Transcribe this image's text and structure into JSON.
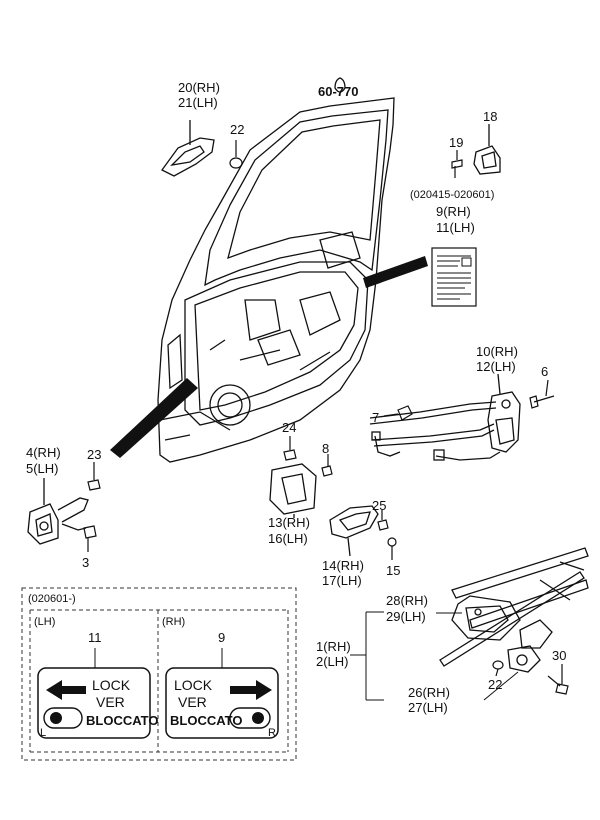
{
  "section_code": "60-770",
  "callouts": {
    "c20": "20(RH)",
    "c21": "21(LH)",
    "c22a": "22",
    "c19": "19",
    "c18": "18",
    "date_range": "(020415-020601)",
    "c9": "9(RH)",
    "c11": "11(LH)",
    "c10": "10(RH)",
    "c12": "12(LH)",
    "c6": "6",
    "c7": "7",
    "c4": "4(RH)",
    "c5": "5(LH)",
    "c23": "23",
    "c3": "3",
    "c24": "24",
    "c8": "8",
    "c13": "13(RH)",
    "c16": "16(LH)",
    "c25": "25",
    "c14": "14(RH)",
    "c17": "17(LH)",
    "c15": "15",
    "c28": "28(RH)",
    "c29": "29(LH)",
    "c1": "1(RH)",
    "c2": "2(LH)",
    "c22b": "22",
    "c30": "30",
    "c26": "26(RH)",
    "c27": "27(LH)"
  },
  "inset": {
    "header": "(020601-)",
    "left_side": "(LH)",
    "right_side": "(RH)",
    "left_part": "11",
    "right_part": "9",
    "left_sign": {
      "line1": "LOCK",
      "line2": "VER",
      "line3": "BLOCCATO",
      "corner": "L"
    },
    "right_sign": {
      "line1": "LOCK",
      "line2": "VER",
      "line3": "BLOCCATO",
      "corner": "R"
    }
  }
}
